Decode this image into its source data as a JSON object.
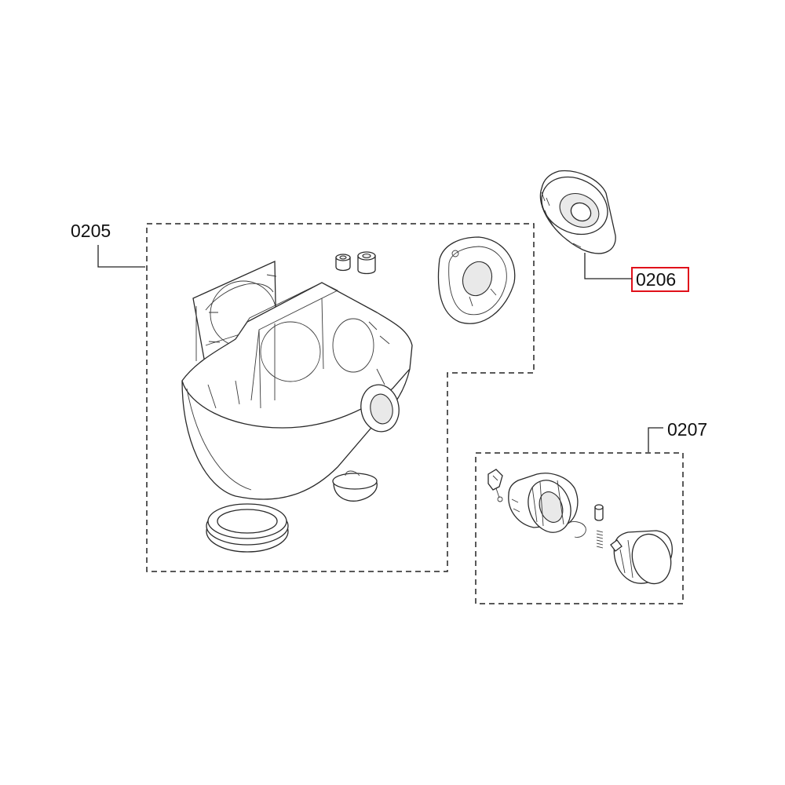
{
  "callouts": {
    "part_0205": "0205",
    "part_0206": "0206",
    "part_0207": "0207"
  },
  "highlight": {
    "selected_part": "0206",
    "color": "#e0101a"
  }
}
